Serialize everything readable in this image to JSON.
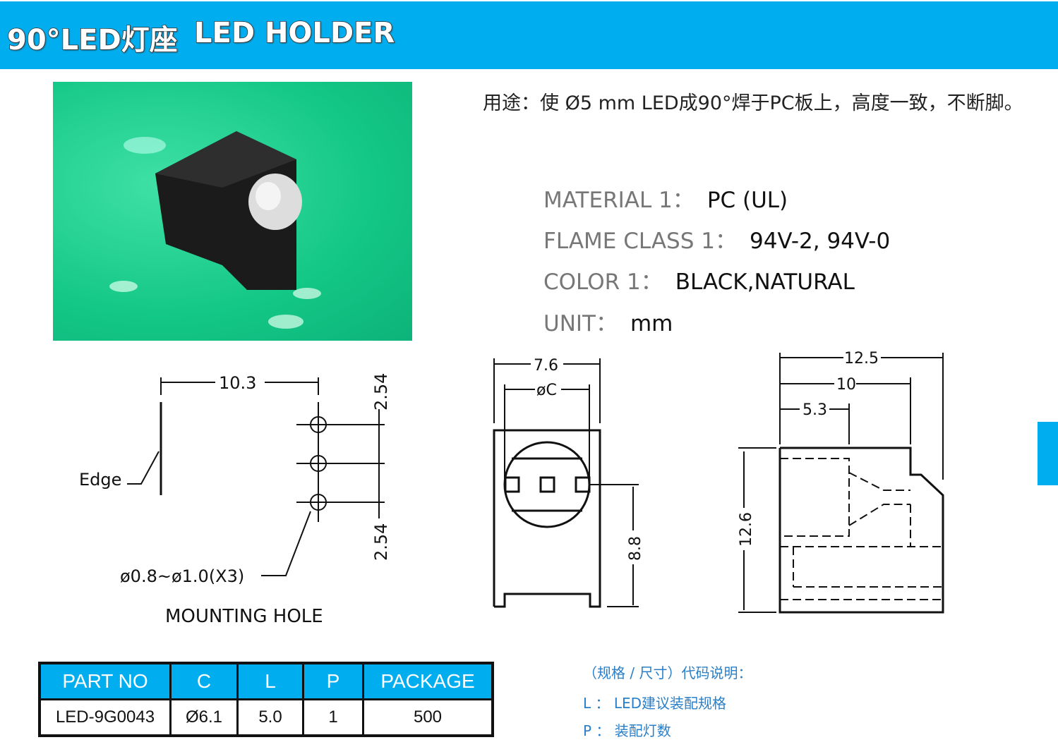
{
  "header": {
    "title_cn": "90°LED灯座",
    "title_en": "LED HOLDER"
  },
  "usage": "用途：使 Ø5 mm LED成90°焊于PC板上，高度一致，不断脚。",
  "specs": [
    {
      "key": "MATERIAL 1：",
      "value": "PC (UL)"
    },
    {
      "key": "FLAME CLASS 1：",
      "value": "94V-2, 94V-0"
    },
    {
      "key": "COLOR 1：",
      "value": "BLACK,NATURAL"
    },
    {
      "key": "UNIT：",
      "value": "mm"
    }
  ],
  "mounting": {
    "dim_width": "10.3",
    "pitch_top": "2.54",
    "pitch_bottom": "2.54",
    "edge_label": "Edge",
    "hole_label": "ø0.8~ø1.0(X3)",
    "caption": "MOUNTING  HOLE"
  },
  "front_view": {
    "width": "7.6",
    "diameter": "øC",
    "height": "8.8"
  },
  "side_view": {
    "overall": "12.5",
    "mid": "10",
    "short": "5.3",
    "height": "12.6"
  },
  "table": {
    "headers": [
      "PART NO",
      "C",
      "L",
      "P",
      "PACKAGE"
    ],
    "rows": [
      [
        "LED-9G0043",
        "Ø6.1",
        "5.0",
        "1",
        "500"
      ]
    ]
  },
  "notes": {
    "title": "（规格 / 尺寸）代码说明：",
    "l": "L ： LED建议装配规格",
    "p": "P ： 装配灯数"
  }
}
